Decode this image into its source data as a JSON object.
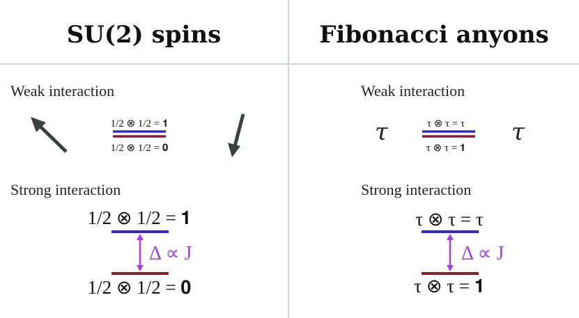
{
  "left": {
    "title": "SU(2) spins",
    "weak_label": "Weak interaction",
    "strong_label": "Strong interaction",
    "weak_upper": "1/2 ⊗ 1/2 = 𝟏",
    "weak_lower": "1/2 ⊗ 1/2 = 𝟎",
    "strong_upper": "1/2 ⊗ 1/2 = 𝟏",
    "strong_lower": "1/2 ⊗ 1/2 = 𝟎",
    "gap": "Δ ∝ J"
  },
  "right": {
    "title": "Fibonacci anyons",
    "weak_label": "Weak interaction",
    "strong_label": "Strong interaction",
    "particle": "τ",
    "weak_upper": "τ ⊗ τ = τ",
    "weak_lower": "τ ⊗ τ = 𝟏",
    "strong_upper": "τ ⊗ τ = τ",
    "strong_lower": "τ ⊗ τ = 𝟏",
    "gap": "Δ ∝ J"
  },
  "colors": {
    "upper_level": "#2b2bd6",
    "lower_level": "#8e1f2a",
    "gap_arrow": "#a63fe0",
    "divider": "#cfd4d4",
    "spin_arrow": "#3a3f40"
  }
}
